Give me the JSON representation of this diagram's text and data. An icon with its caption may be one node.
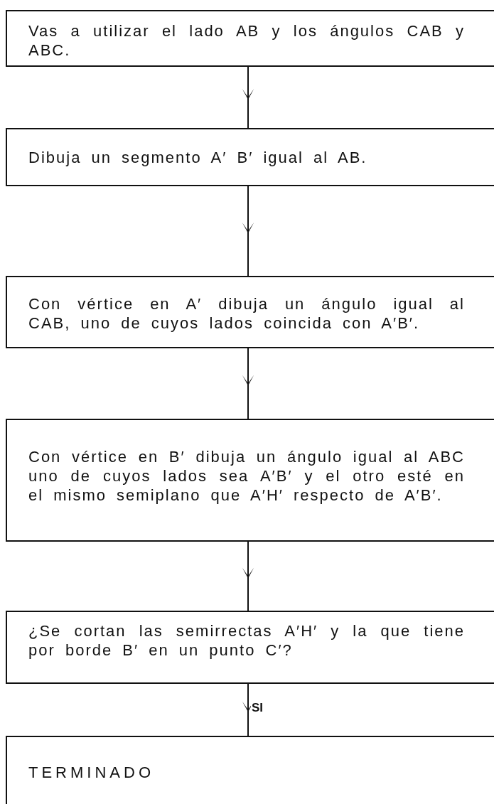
{
  "diagram": {
    "nodes": [
      {
        "text": [
          "Vas a utilizar el lado AB y los ángulos CAB y ABC."
        ]
      },
      {
        "text": [
          "Dibuja un segmento A′ B′ igual al AB."
        ]
      },
      {
        "text": [
          "Con vértice en A′ dibuja un ángulo igual al CAB, uno de cuyos lados coincida con A′B′."
        ]
      },
      {
        "text": [
          "Con vértice en B′ dibuja un ángulo igual al ABC uno de cuyos lados sea A′B′ y el otro esté en el mismo semiplano que A′H′ respecto de A′B′."
        ]
      },
      {
        "text": [
          "¿Se cortan las semirrectas A′H′ y la que tiene por borde B′ en un punto C′?"
        ]
      },
      {
        "text": [
          "TERMINADO"
        ]
      }
    ],
    "edges": [
      {
        "from": 0,
        "to": 1,
        "arrow": "to"
      },
      {
        "from": 1,
        "to": 2,
        "arrow": "to"
      },
      {
        "from": 2,
        "to": 3,
        "arrow": "to"
      },
      {
        "from": 3,
        "to": 4,
        "arrow": "to"
      },
      {
        "from": 4,
        "to": 5,
        "arrow": "to",
        "label": "SI"
      }
    ]
  }
}
